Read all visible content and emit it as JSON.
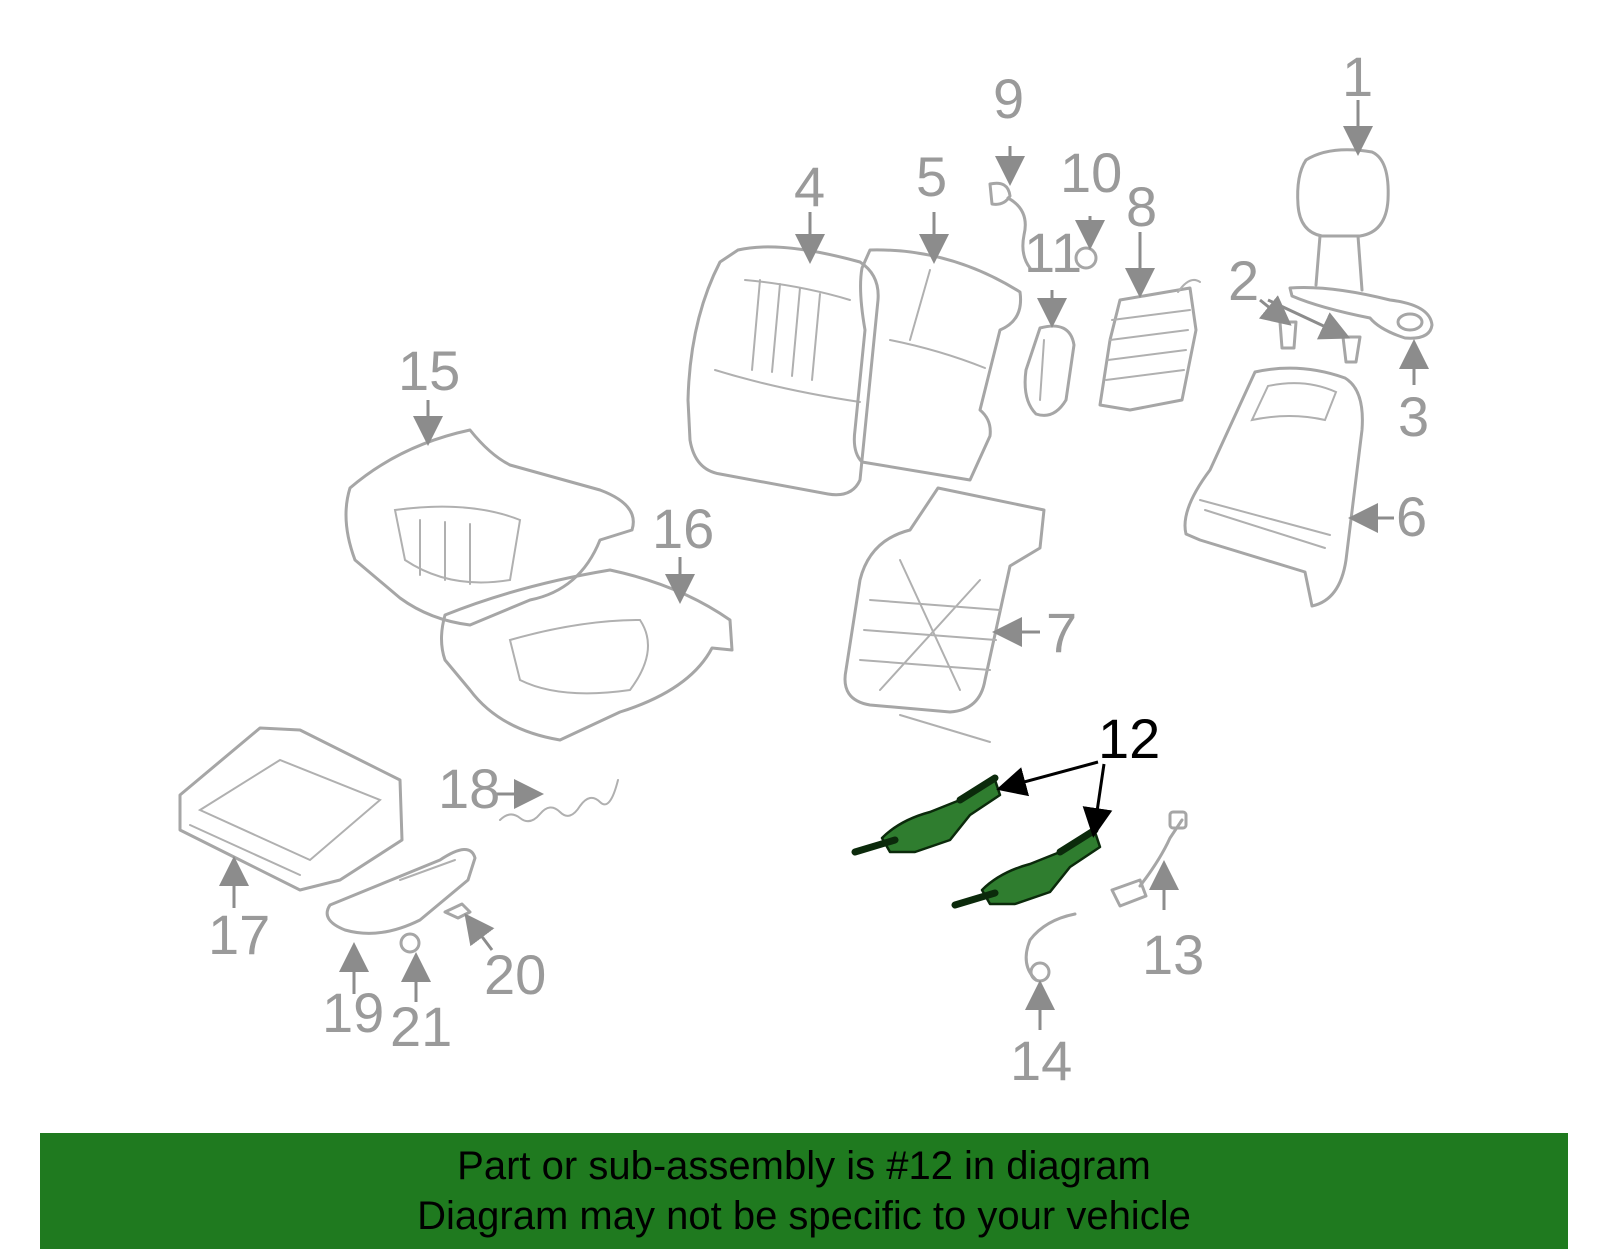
{
  "diagram": {
    "callouts": [
      "1",
      "2",
      "3",
      "4",
      "5",
      "6",
      "7",
      "8",
      "9",
      "10",
      "11",
      "12",
      "13",
      "14",
      "15",
      "16",
      "17",
      "18",
      "19",
      "20",
      "21"
    ],
    "highlighted_callout": "12",
    "colors": {
      "parts": "#a6a6a6",
      "highlight_part": "#2f7d2f",
      "banner": "#1f7a1f"
    }
  },
  "banner": {
    "line1": "Part or sub-assembly is #12 in diagram",
    "line2": "Diagram may not be specific to your vehicle"
  }
}
